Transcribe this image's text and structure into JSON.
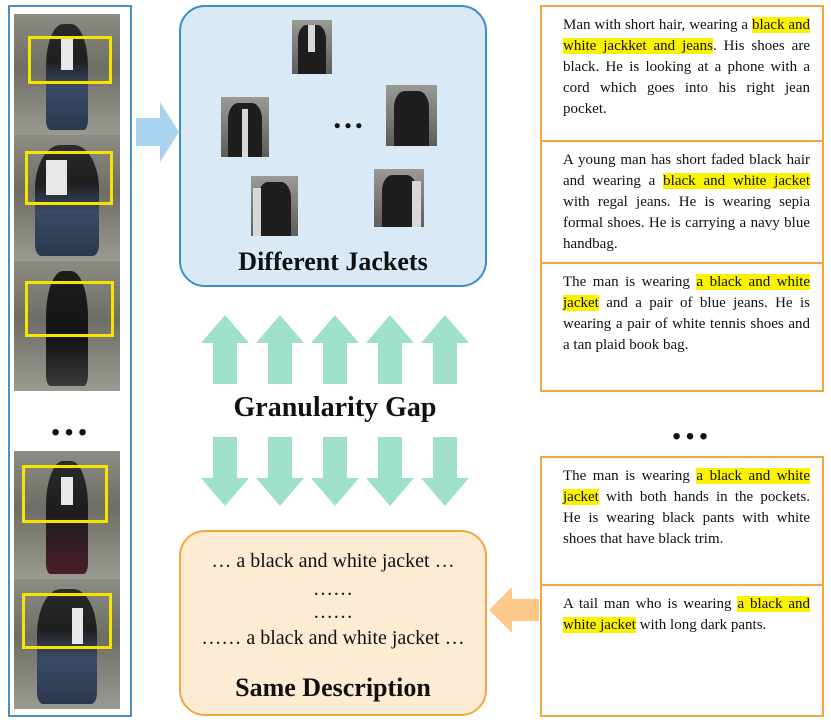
{
  "strip": {
    "ellipsis": "…"
  },
  "jackets_panel": {
    "ellipsis": "…",
    "title": "Different Jackets"
  },
  "gap": {
    "label": "Granularity Gap"
  },
  "description_panel": {
    "lines": [
      "… a black and white jacket …",
      "……",
      "……",
      "…… a black and white jacket …"
    ],
    "title": "Same Description"
  },
  "captions": [
    {
      "before": "Man with short hair, wearing a ",
      "highlight": "black and white jackket and jeans",
      "after": ". His shoes are black. He is looking at a phone with a cord which goes into his right jean pocket."
    },
    {
      "before": "A young man has short faded black hair and wearing a ",
      "highlight": "black and white jacket",
      "after": " with regal jeans. He is wearing sepia formal shoes. He is carrying a navy blue handbag."
    },
    {
      "before": "The man is wearing ",
      "highlight": "a black and white jacket",
      "after": " and a pair of blue jeans. He is wearing a pair of white tennis shoes and a tan plaid book bag."
    },
    {
      "before": "The man is wearing ",
      "highlight": "a black and white jacket",
      "after": " with both hands in the pockets. He is wearing black pants with white shoes that have black trim."
    },
    {
      "before": "A tail man who is wearing ",
      "highlight": "a black and white jacket",
      "after": " with long dark pants."
    }
  ],
  "captions_ellipsis": "…",
  "colors": {
    "highlight": "#fbf200",
    "bounding_box": "#f5e400",
    "blue_border": "#3d8dc9",
    "blue_fill": "#d9eaf6",
    "orange_border": "#f3a640",
    "orange_fill": "#fdebd4",
    "green_arrow": "#9fe0c8",
    "blue_arrow": "#a9d2ee",
    "orange_arrow": "#fcc98a"
  }
}
